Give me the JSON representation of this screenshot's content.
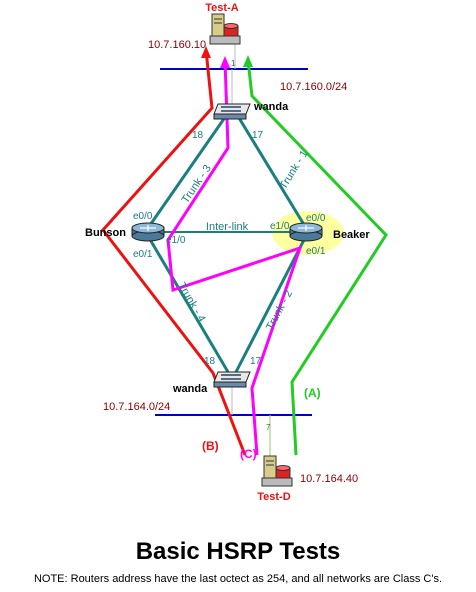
{
  "hosts": {
    "top": {
      "name": "Test-A",
      "ip": "10.7.160.10",
      "port": "1"
    },
    "bottom": {
      "name": "Test-D",
      "ip": "10.7.164.40",
      "port": "7"
    }
  },
  "networks": {
    "top": "10.7.160.0/24",
    "bottom": "10.7.164.0/24"
  },
  "switches": {
    "top": {
      "name": "wanda",
      "port_left": "18",
      "port_right": "17"
    },
    "bottom": {
      "name": "wanda",
      "port_left": "18",
      "port_right": "17"
    }
  },
  "routers": {
    "left": {
      "name": "Bunson",
      "if_top": "e0/0",
      "if_right": "e1/0",
      "if_bottom": "e0/1"
    },
    "right": {
      "name": "Beaker",
      "if_top": "e0/0",
      "if_left": "e1/0",
      "if_bottom": "e0/1"
    }
  },
  "links": {
    "inter": "Inter-link",
    "trunk1": "Trunk - 1",
    "trunk2": "Trunk - 2",
    "trunk3": "Trunk - 3",
    "trunk4": "Trunk - 4"
  },
  "paths": {
    "a": "(A)",
    "b": "(B)",
    "c": "(C)"
  },
  "colors": {
    "teal": "#1a7f7f",
    "blue": "#0000cc",
    "red": "#ee1111",
    "magenta": "#ff00ff",
    "green": "#22cc22",
    "dark_red": "#8b0000",
    "highlight": "#ffffa0"
  },
  "title": "Basic HSRP Tests",
  "note": "NOTE: Routers address have the last octect as 254, and all networks are Class C's."
}
